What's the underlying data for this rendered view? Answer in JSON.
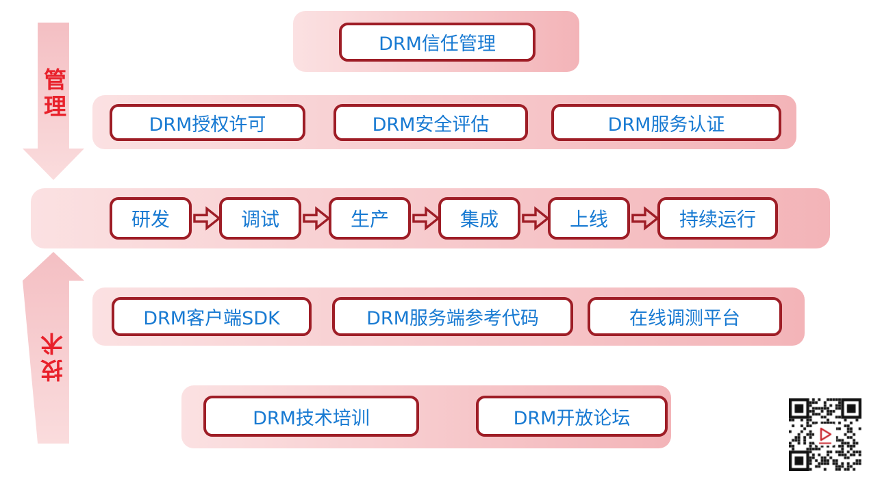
{
  "palette": {
    "band_start": "#fbe1e2",
    "band_end": "#f3b4b8",
    "box_border": "#9e1d26",
    "box_text": "#187ad2",
    "side_text": "#e8212b",
    "arrow_deep": "#f4bfc3",
    "arrow_light": "#fadcdd"
  },
  "side_labels": {
    "top": "管理",
    "bottom": "技术"
  },
  "rows": {
    "trust": {
      "buttons": [
        "DRM信任管理"
      ]
    },
    "management": {
      "buttons": [
        "DRM授权许可",
        "DRM安全评估",
        "DRM服务认证"
      ]
    },
    "process": {
      "steps": [
        "研发",
        "调试",
        "生产",
        "集成",
        "上线",
        "持续运行"
      ]
    },
    "enablement": {
      "buttons": [
        "DRM客户端SDK",
        "DRM服务端参考代码",
        "在线调测平台"
      ]
    },
    "community": {
      "buttons": [
        "DRM技术培训",
        "DRM开放论坛"
      ]
    }
  },
  "qr_code": {
    "center_icon": "play-icon"
  }
}
